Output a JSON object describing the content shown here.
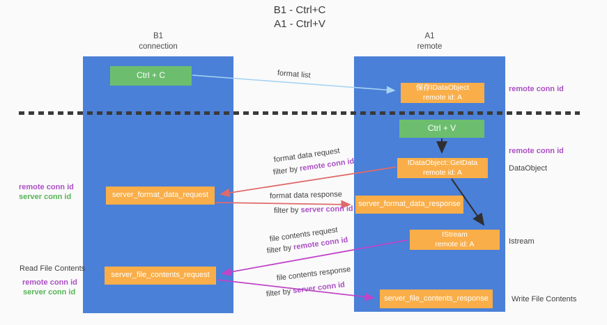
{
  "title": {
    "line1": "B1 - Ctrl+C",
    "line2": "A1 - Ctrl+V"
  },
  "lifelines": {
    "left": {
      "name": "B1",
      "role": "connection"
    },
    "right": {
      "name": "A1",
      "role": "remote"
    }
  },
  "boxes": {
    "ctrl_c": {
      "label": "Ctrl + C"
    },
    "ctrl_v": {
      "label": "Ctrl + V"
    },
    "save_idataobject": {
      "line1": "保存IDataObject",
      "line2": "remote id: A"
    },
    "idataobject_getdata": {
      "line1": "IDataObject::GetData",
      "line2": "remote id: A"
    },
    "istream": {
      "line1": "IStream",
      "line2": "remote id: A"
    },
    "server_format_data_request": {
      "label": "server_format_data_request"
    },
    "server_format_data_response": {
      "label": "server_format_data_response"
    },
    "server_file_contents_request": {
      "label": "server_file_contents_request"
    },
    "server_file_contents_response": {
      "label": "server_file_contents_response"
    }
  },
  "messages": {
    "format_list": {
      "label": "format list"
    },
    "format_data_request": {
      "label": "format data request",
      "filter_prefix": "filter by ",
      "filter_key": "remote conn id"
    },
    "format_data_response": {
      "label": "format data response",
      "filter_prefix": "filter by ",
      "filter_key": "server conn id"
    },
    "file_contents_request": {
      "label": "file contents request",
      "filter_prefix": "filter by ",
      "filter_key": "remote conn id"
    },
    "file_contents_response": {
      "label": "file contents response",
      "filter_prefix": "filter by ",
      "filter_key": "server conn id"
    }
  },
  "side_labels": {
    "right_remote_conn_id_top": "remote conn id",
    "right_remote_conn_id_mid": "remote conn id",
    "dataobject": "DataObject",
    "istream": "Istream",
    "write_file_contents": "Write File Contents",
    "left_remote_conn_id_1": "remote conn id",
    "left_server_conn_id_1": "server conn id",
    "read_file_contents": "Read File Contents",
    "left_remote_conn_id_2": "remote conn id",
    "left_server_conn_id_2": "server conn id"
  },
  "colors": {
    "lifeline_blue": "#4a80d8",
    "action_green": "#6cbe6e",
    "message_orange": "#f9ae49",
    "format_list_arrow": "#a8d3f2",
    "format_data_arrow": "#e06a6a",
    "file_contents_arrow": "#c044c8",
    "black_arrow": "#2f2f2f",
    "remote_conn_id_text": "#ab4fc4",
    "server_conn_id_text": "#55b455"
  }
}
